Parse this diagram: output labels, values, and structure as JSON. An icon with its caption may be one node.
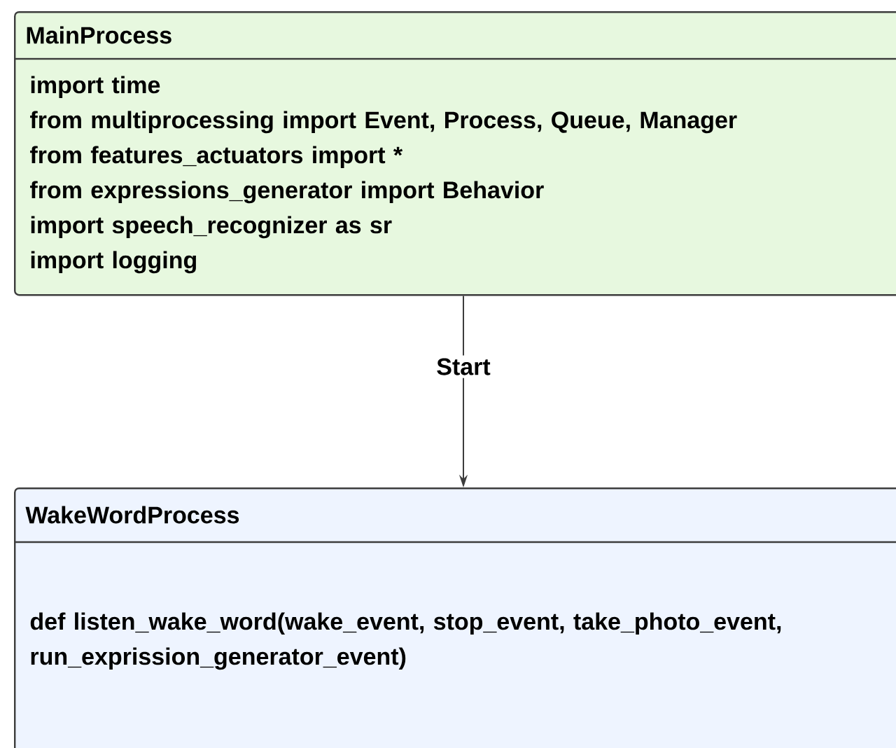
{
  "diagram": {
    "nodes": [
      {
        "text": [
          "MainProcess",
          "import time",
          "from multiprocessing import Event, Process, Queue, Manager",
          "from features_actuators import *",
          "from expressions_generator import Behavior",
          "import speech_recognizer as sr",
          "import logging"
        ]
      },
      {
        "text": [
          "WakeWordProcess",
          "def listen_wake_word(wake_event, stop_event, take_photo_event, run_exprission_generator_event)"
        ]
      }
    ],
    "edges": [
      {
        "from": 0,
        "to": 1,
        "arrow": "to",
        "label": "Start"
      }
    ]
  }
}
